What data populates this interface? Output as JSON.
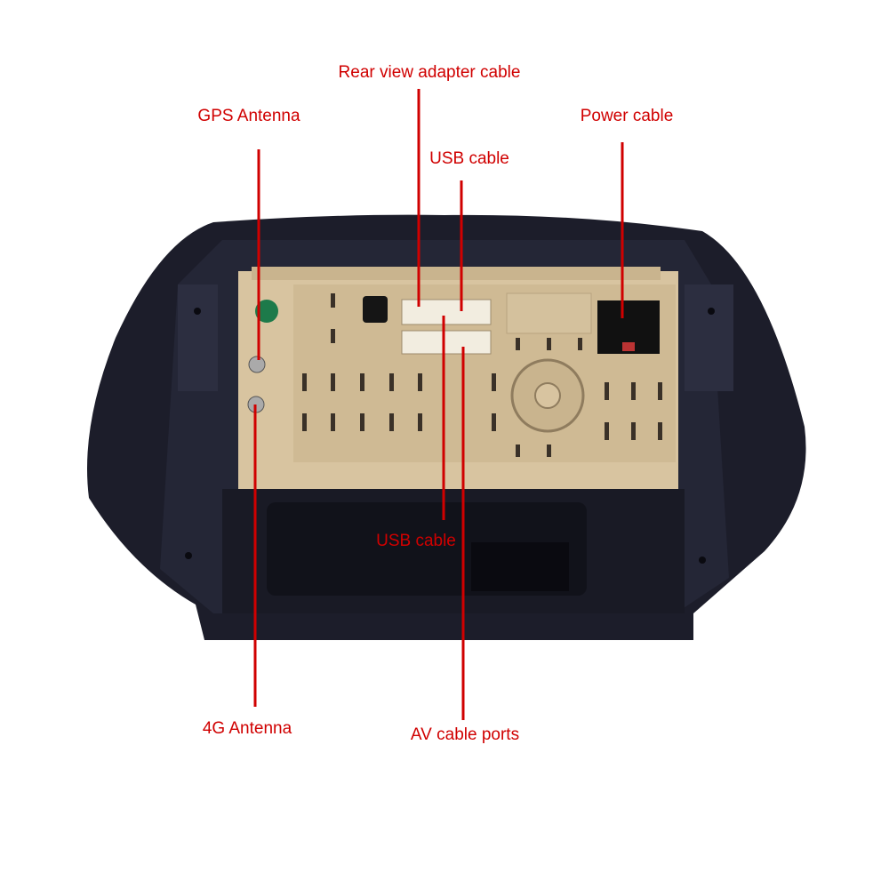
{
  "labels": {
    "rear_view": "Rear view adapter cable",
    "gps": "GPS Antenna",
    "usb_top": "USB cable",
    "power": "Power cable",
    "usb_bottom": "USB cable",
    "antenna_4g": "4G Antenna",
    "av": "AV cable ports"
  },
  "colors": {
    "label": "#d00000",
    "bezel": "#1c1d2a",
    "unit": "#d9c6a3"
  }
}
